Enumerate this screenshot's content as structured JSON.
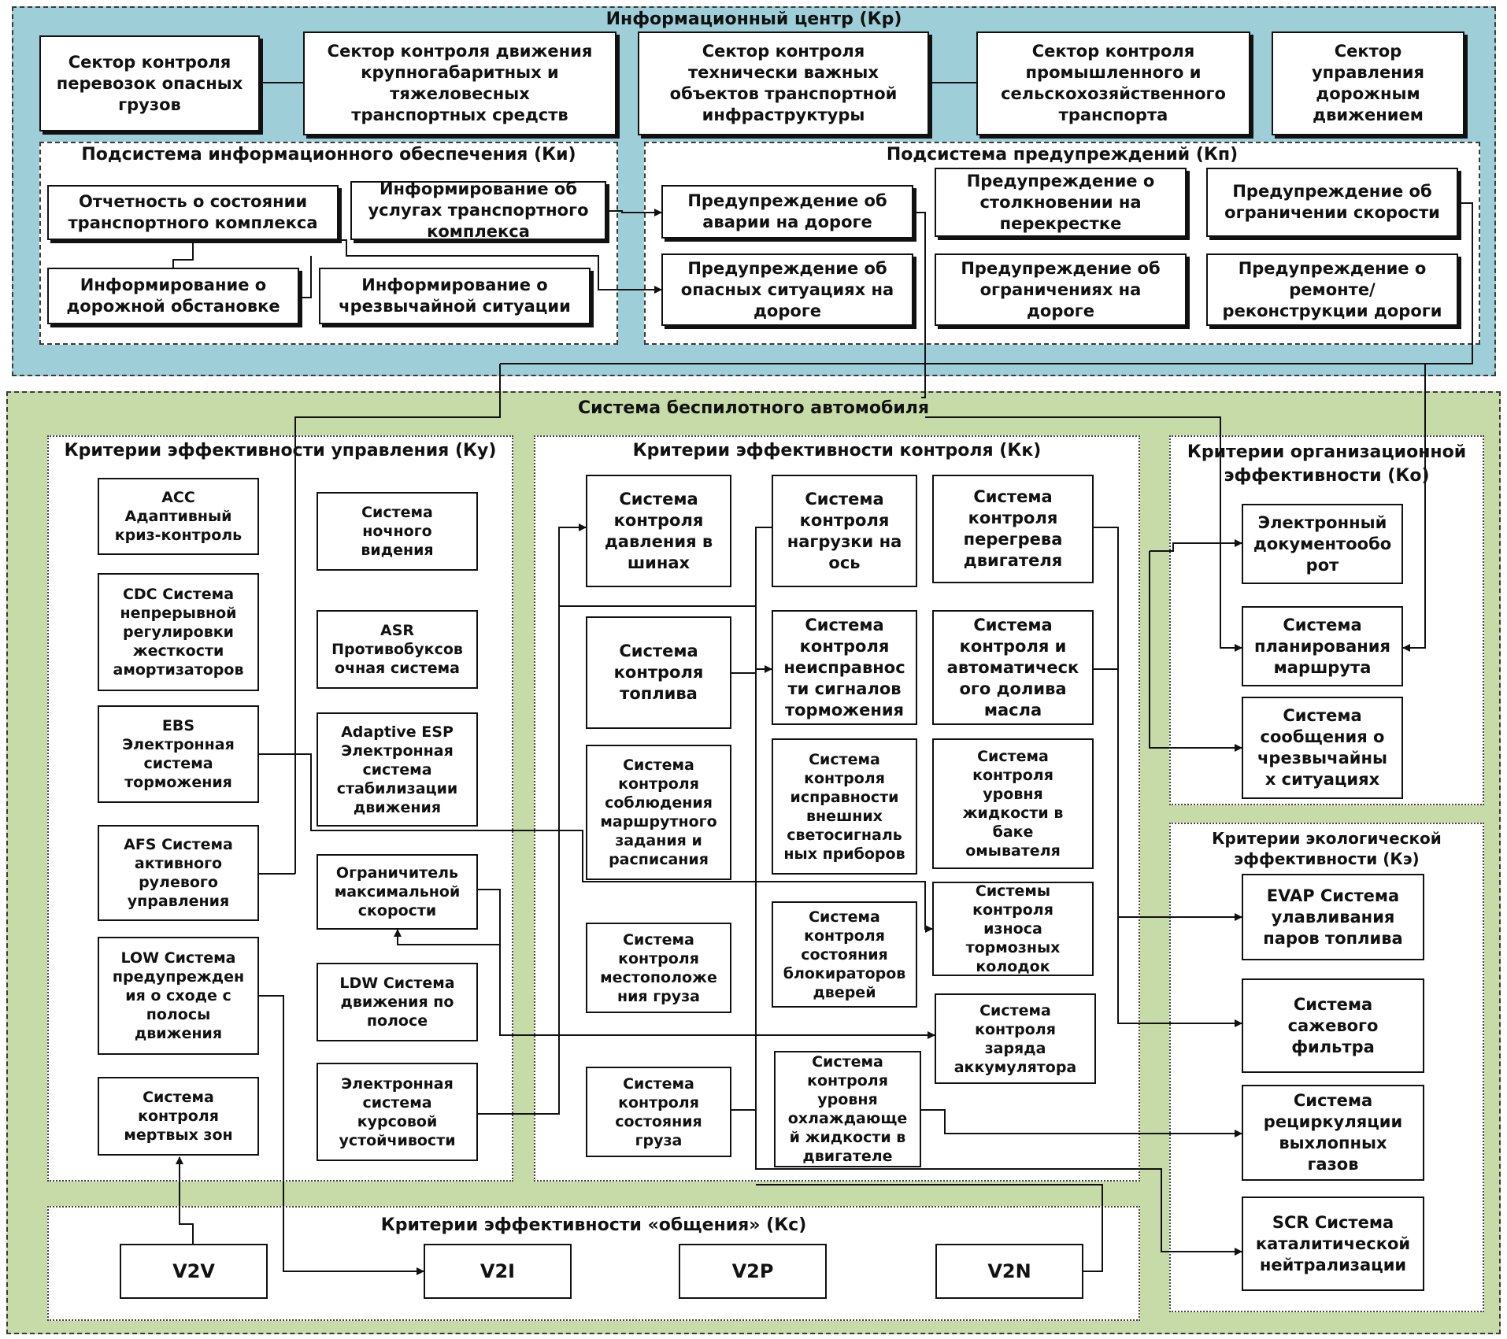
{
  "colors": {
    "info_center_bg": "#9ecfd8",
    "drone_system_bg": "#c7dba8",
    "line": "#111111"
  },
  "info_center": {
    "title": "Информационный центр (Кр)",
    "sectors": {
      "hazardous": "Сектор контроля\nперевозок опасных\nгрузов",
      "oversize": "Сектор контроля движения\nкрупногабаритных и\nтяжеловесных\nтранспортных средств",
      "infrastructure": "Сектор контроля\nтехнически важных\nобъектов транспортной\nинфраструктуры",
      "industrial": "Сектор контроля\nпромышленного и\nсельскохозяйственного\nтранспорта",
      "traffic": "Сектор\nуправления\nдорожным\nдвижением"
    },
    "info_subsystem": {
      "title": "Подсистема информационного обеспечения (Ки)",
      "reporting": "Отчетность о состоянии\nтранспортного комплекса",
      "services": "Информирование об\nуслугах транспортного\nкомплекса",
      "road_situation": "Информирование о\nдорожной обстановке",
      "emergency": "Информирование о\nчрезвычайной ситуации"
    },
    "warning_subsystem": {
      "title": "Подсистема предупреждений (Кп)",
      "accident": "Предупреждение об\nаварии на дороге",
      "collision": "Предупреждение о\nстолкновении на\nперекрестке",
      "speed_limit": "Предупреждение об\nограничении скорости",
      "dangerous": "Предупреждение об\nопасных ситуациях на\nдороге",
      "restrictions": "Предупреждение об\nограничениях на\nдороге",
      "repair": "Предупреждение о\nремонте/\nреконструкции дороги"
    }
  },
  "drone_system": {
    "title": "Система беспилотного автомобиля",
    "control_efficiency": {
      "title": "Критерии эффективности управления (Ку)",
      "acc": "ACC\nАдаптивный\nкриз-контроль",
      "cdc": "CDC Система\nнепрерывной\nрегулировки\nжесткости\nамортизаторов",
      "ebs": "EBS\nЭлектронная\nсистема\nторможения",
      "afs": "AFS Система\nактивного\nрулевого\nуправления",
      "low": "LOW Система\nпредупрежден\nия о сходе с\nполосы\nдвижения",
      "blind_spot": "Система\nконтроля\nмертвых зон",
      "night_vision": "Система\nночного\nвидения",
      "asr": "ASR\nПротивобуксов\nочная система",
      "esp": "Adaptive ESP\nЭлектронная\nсистема\nстабилизации\nдвижения",
      "speed_limiter": "Ограничитель\nмаксимальной\nскорости",
      "ldw": "LDW Система\nдвижения по\nполосе",
      "course_stability": "Электронная\nсистема\nкурсовой\nустойчивости"
    },
    "monitoring_efficiency": {
      "title": "Критерии эффективности контроля (Кк)",
      "tire_pressure": "Система\nконтроля\nдавления в\nшинах",
      "axle_load": "Система\nконтроля\nнагрузки на\nось",
      "engine_overheat": "Система\nконтроля\nперегрева\nдвигателя",
      "fuel": "Система\nконтроля\nтоплива",
      "brake_signals": "Система\nконтроля\nнеисправнос\nти сигналов\nторможения",
      "oil_refill": "Система\nконтроля и\nавтоматическ\nого долива\nмасла",
      "route_compliance": "Система\nконтроля\nсоблюдения\nмаршрутного\nзадания и\nрасписания",
      "external_lights": "Система\nконтроля\nисправности\nвнешних\nсветосигналь\nных приборов",
      "washer_fluid": "Система\nконтроля\nуровня\nжидкости в\nбаке\nомывателя",
      "brake_pads": "Системы\nконтроля\nизноса\nтормозных\nколодок",
      "cargo_location": "Система\nконтроля\nместоположе\nния груза",
      "door_locks": "Система\nконтроля\nсостояния\nблокираторов\nдверей",
      "battery": "Система\nконтроля\nзаряда\nаккумулятора",
      "cargo_state": "Система\nконтроля\nсостояния\nгруза",
      "coolant": "Система\nконтроля\nуровня\nохлаждающе\nй жидкости в\nдвигателе"
    },
    "org_efficiency": {
      "title": "Критерии организационной\nэффективности (Ко)",
      "edoc": "Электронный\nдокументообо\nрот",
      "route_planning": "Система\nпланирования\nмаршрута",
      "emergency_msg": "Система\nсообщения о\nчрезвычайны\nх ситуациях"
    },
    "eco_efficiency": {
      "title": "Критерии экологической\nэффективности (Кэ)",
      "evap": "EVAP Система\nулавливания\nпаров топлива",
      "soot": "Система\nсажевого\nфильтра",
      "egr": "Система\nрециркуляции\nвыхлопных\nгазов",
      "scr": "SCR Система\nкаталитической\nнейтрализации"
    },
    "communication_efficiency": {
      "title": "Критерии эффективности «общения» (Кс)",
      "v2v": "V2V",
      "v2i": "V2I",
      "v2p": "V2P",
      "v2n": "V2N"
    }
  }
}
